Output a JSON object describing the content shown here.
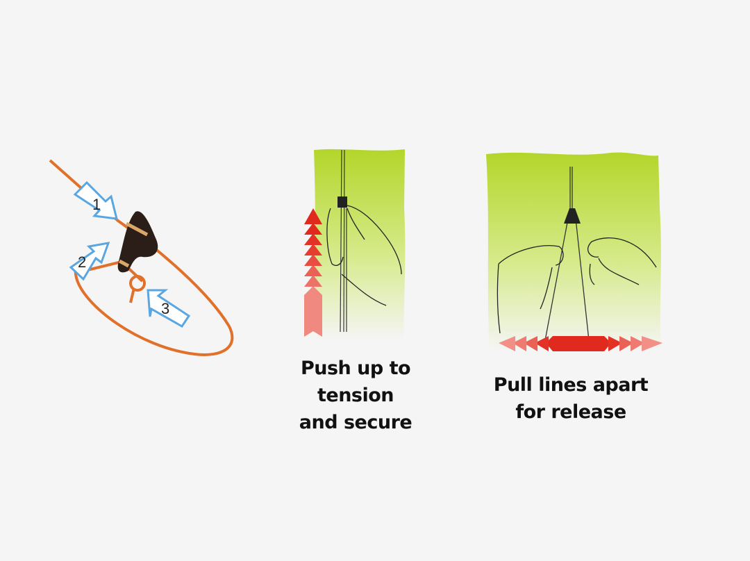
{
  "knot_diagram": {
    "steps": [
      "1",
      "2",
      "3"
    ]
  },
  "panel_push": {
    "caption_lines": [
      "Push up to",
      "tension",
      "and secure"
    ]
  },
  "panel_pull": {
    "caption_lines": [
      "Pull lines apart",
      "for release"
    ]
  },
  "colors": {
    "background": "#f5f5f5",
    "rope": "#e0702a",
    "step_arrow": "#5aa6e0",
    "panel_green": "#b8d92c",
    "arrow_red": "#e02a1e"
  }
}
